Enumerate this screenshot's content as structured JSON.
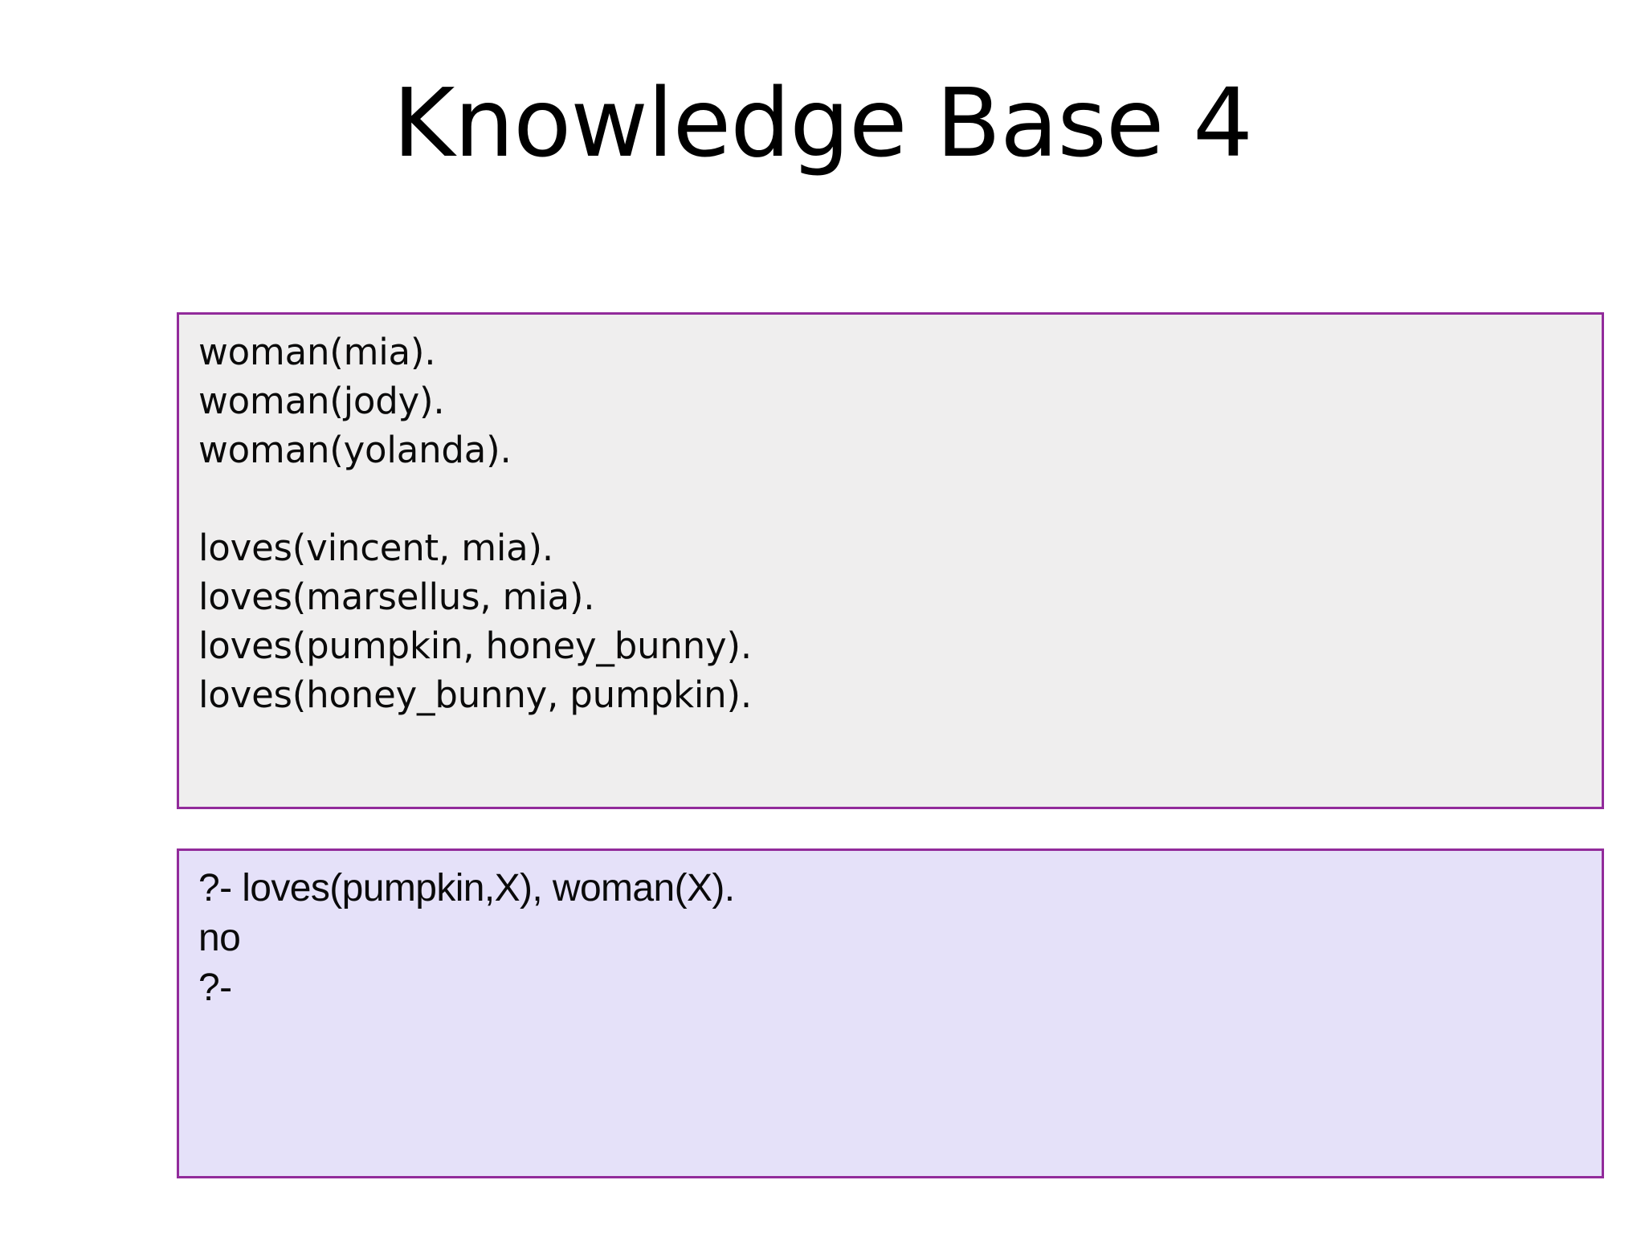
{
  "slide": {
    "title": "Knowledge Base 4",
    "background_color": "#ffffff"
  },
  "knowledge_base_box": {
    "name": "prolog-knowledge-base",
    "background_color": "#efeeee",
    "border_color": "#922b9b",
    "lines": [
      "woman(mia).",
      "woman(jody).",
      "woman(yolanda).",
      "",
      "loves(vincent, mia).",
      "loves(marsellus, mia).",
      "loves(pumpkin, honey_bunny).",
      "loves(honey_bunny, pumpkin)."
    ]
  },
  "query_box": {
    "name": "prolog-console",
    "background_color": "#e5e1f9",
    "border_color": "#922b9b",
    "lines": [
      "?- loves(pumpkin,X), woman(X).",
      "no",
      "?-"
    ]
  }
}
